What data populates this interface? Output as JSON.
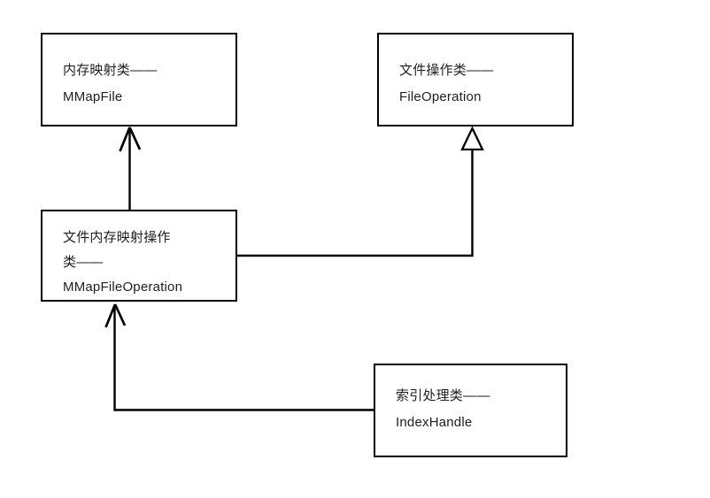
{
  "diagram": {
    "colors": {
      "line": "#000000",
      "text": "#1f1f1f",
      "node_background": "#ffffff",
      "canvas_background": "#ffffff"
    },
    "nodes": [
      {
        "id": "MMapFile",
        "lines": [
          "内存映射类——",
          "MMapFile"
        ]
      },
      {
        "id": "FileOperation",
        "lines": [
          "文件操作类——",
          "FileOperation"
        ]
      },
      {
        "id": "MMapFileOperation",
        "lines": [
          "文件内存映射操作",
          "类——",
          "MMapFileOperation"
        ]
      },
      {
        "id": "IndexHandle",
        "lines": [
          "索引处理类——",
          "IndexHandle"
        ]
      }
    ],
    "edges": [
      {
        "from": "MMapFileOperation",
        "to": "MMapFile",
        "arrow": "open-arrow"
      },
      {
        "from": "MMapFileOperation",
        "to": "FileOperation",
        "arrow": "hollow-triangle"
      },
      {
        "from": "IndexHandle",
        "to": "MMapFileOperation",
        "arrow": "open-arrow"
      }
    ]
  }
}
